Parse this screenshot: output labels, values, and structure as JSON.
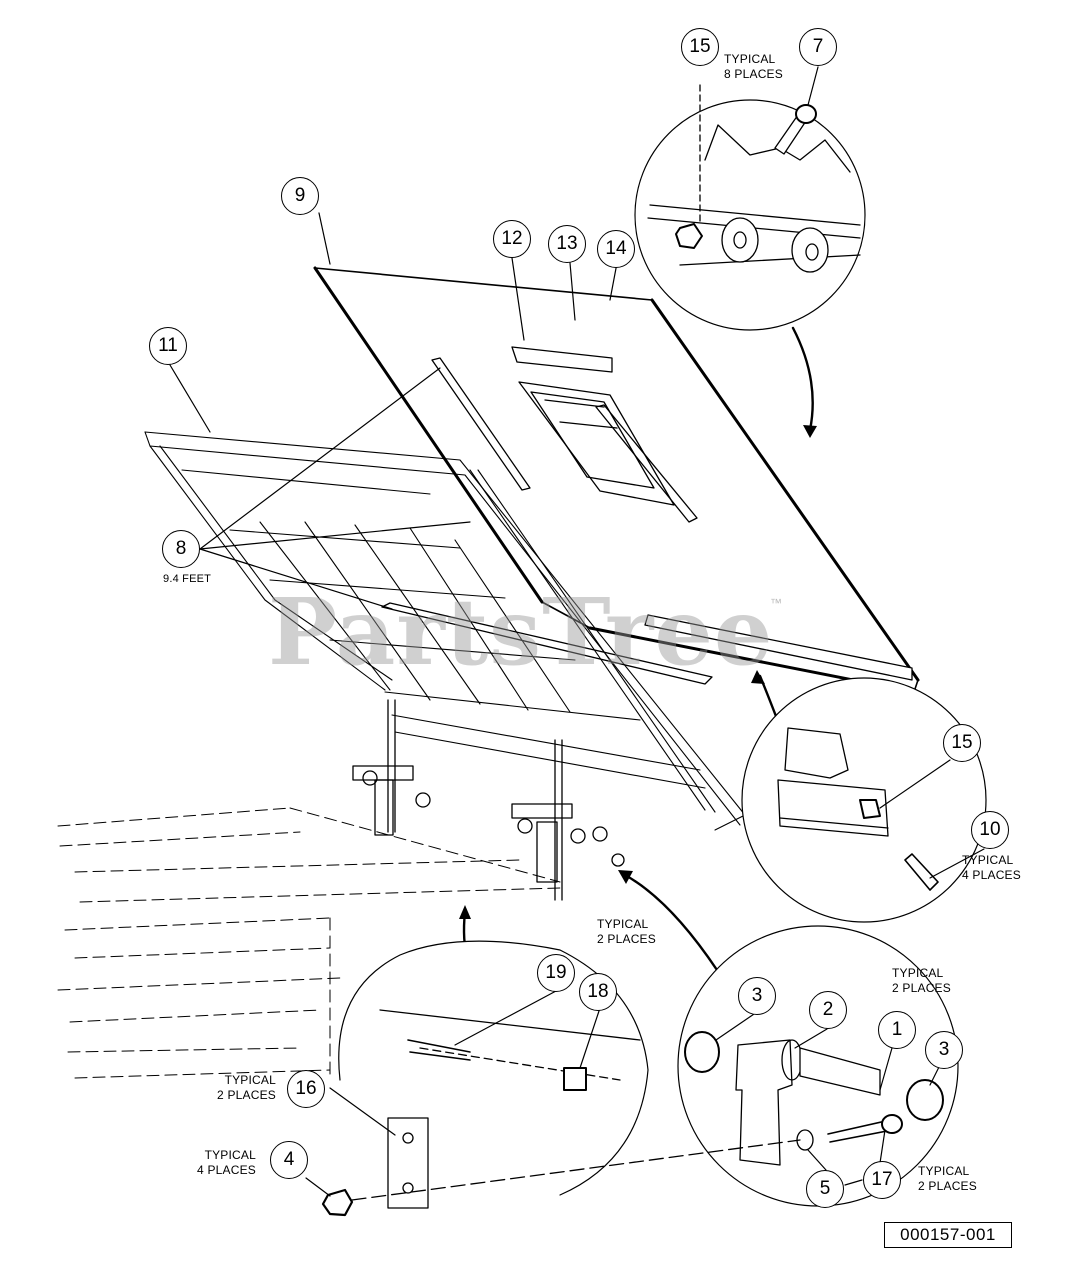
{
  "callouts": {
    "c1": "1",
    "c2": "2",
    "c3a": "3",
    "c3b": "3",
    "c4": "4",
    "c5": "5",
    "c7": "7",
    "c8": "8",
    "c9": "9",
    "c10": "10",
    "c11": "11",
    "c12": "12",
    "c13": "13",
    "c14": "14",
    "c15a": "15",
    "c15b": "15",
    "c16": "16",
    "c17": "17",
    "c18": "18",
    "c19": "19"
  },
  "notes": {
    "top_right": [
      "TYPICAL",
      "8 PLACES"
    ],
    "feet": "9.4 FEET",
    "item10": [
      "TYPICAL",
      "4 PLACES"
    ],
    "hinge_mid": [
      "TYPICAL",
      "2 PLACES"
    ],
    "hinge_right": [
      "TYPICAL",
      "2 PLACES"
    ],
    "item16": [
      "TYPICAL",
      "2 PLACES"
    ],
    "item4": [
      "TYPICAL",
      "4 PLACES"
    ],
    "item17": [
      "TYPICAL",
      "2 PLACES"
    ]
  },
  "watermark": "PartsTree",
  "trademark": "™",
  "figure_id": "000157-001"
}
